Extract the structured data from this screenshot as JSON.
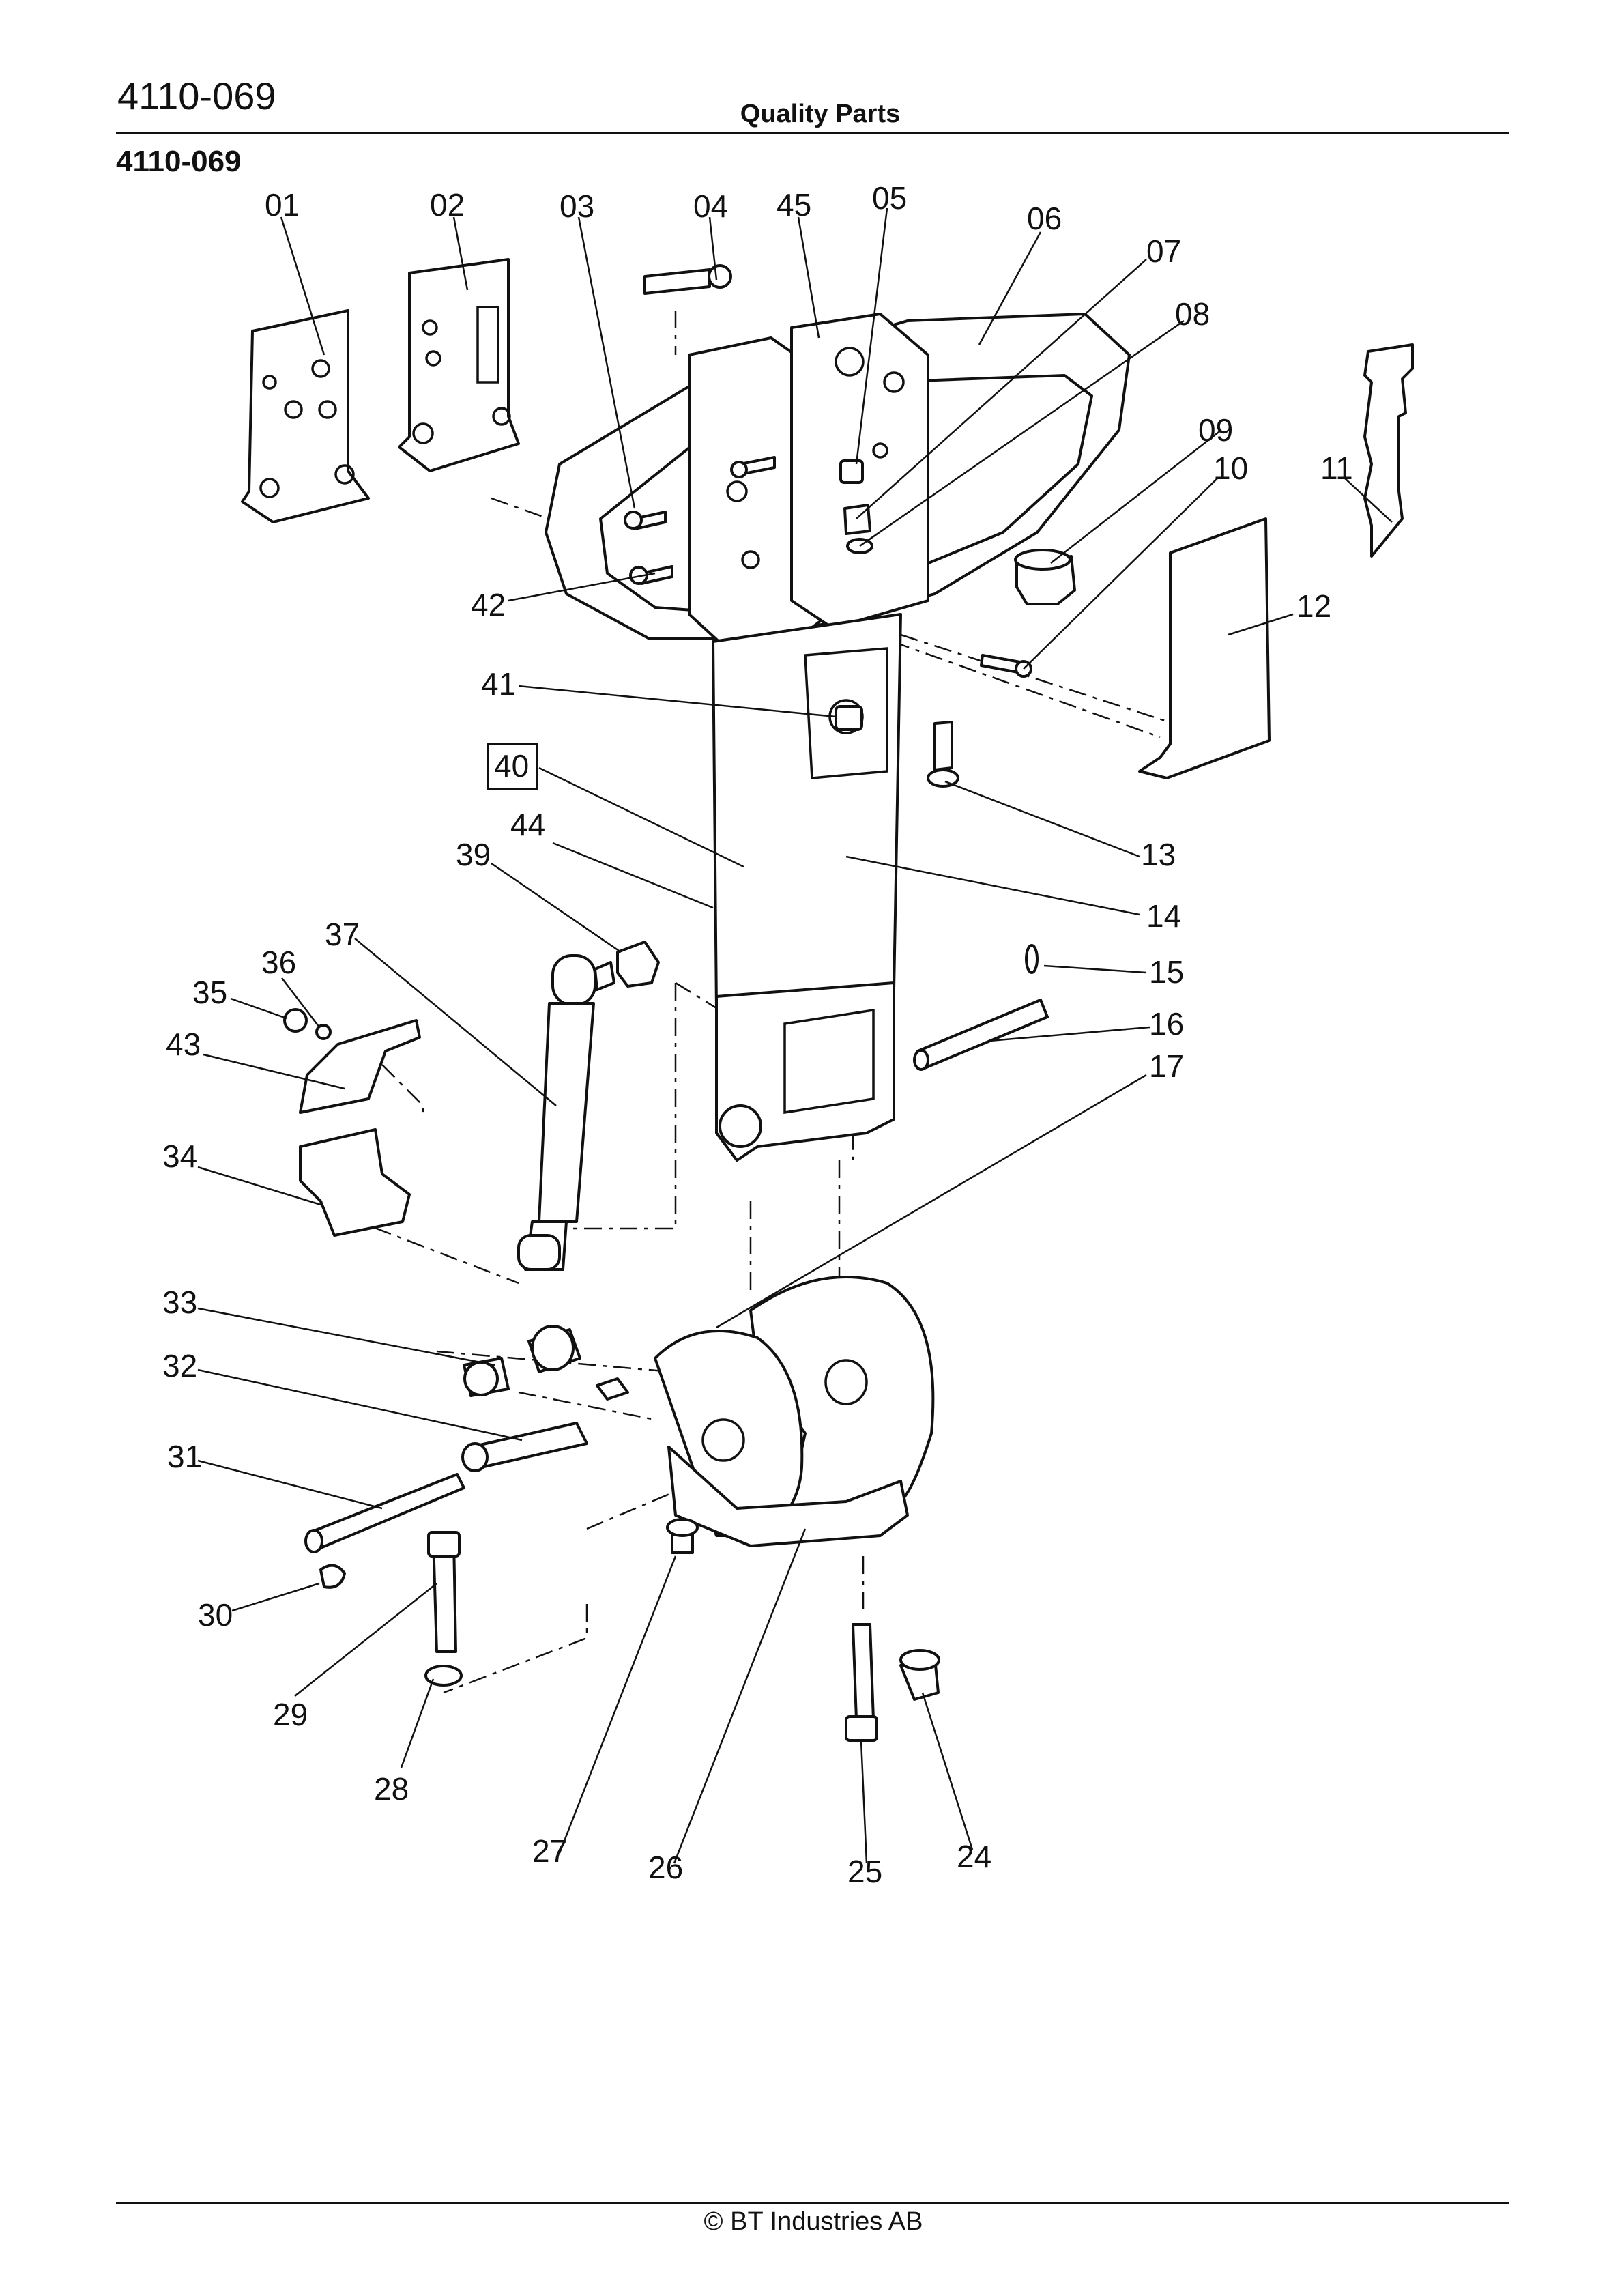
{
  "header": {
    "code": "4110-069",
    "subtitle": "Quality Parts"
  },
  "title": "4110-069",
  "footer": "© BT Industries AB",
  "callouts": [
    {
      "id": "01",
      "text": "01"
    },
    {
      "id": "02",
      "text": "02"
    },
    {
      "id": "03",
      "text": "03"
    },
    {
      "id": "04",
      "text": "04"
    },
    {
      "id": "45",
      "text": "45"
    },
    {
      "id": "05",
      "text": "05"
    },
    {
      "id": "06",
      "text": "06"
    },
    {
      "id": "07",
      "text": "07"
    },
    {
      "id": "08",
      "text": "08"
    },
    {
      "id": "09",
      "text": "09"
    },
    {
      "id": "10",
      "text": "10"
    },
    {
      "id": "11",
      "text": "11"
    },
    {
      "id": "12",
      "text": "12"
    },
    {
      "id": "42",
      "text": "42"
    },
    {
      "id": "41",
      "text": "41"
    },
    {
      "id": "40",
      "text": "40"
    },
    {
      "id": "44",
      "text": "44"
    },
    {
      "id": "39",
      "text": "39"
    },
    {
      "id": "13",
      "text": "13"
    },
    {
      "id": "14",
      "text": "14"
    },
    {
      "id": "37",
      "text": "37"
    },
    {
      "id": "36",
      "text": "36"
    },
    {
      "id": "35",
      "text": "35"
    },
    {
      "id": "43",
      "text": "43"
    },
    {
      "id": "15",
      "text": "15"
    },
    {
      "id": "16",
      "text": "16"
    },
    {
      "id": "17",
      "text": "17"
    },
    {
      "id": "34",
      "text": "34"
    },
    {
      "id": "33",
      "text": "33"
    },
    {
      "id": "32",
      "text": "32"
    },
    {
      "id": "31",
      "text": "31"
    },
    {
      "id": "30",
      "text": "30"
    },
    {
      "id": "29",
      "text": "29"
    },
    {
      "id": "28",
      "text": "28"
    },
    {
      "id": "27",
      "text": "27"
    },
    {
      "id": "26",
      "text": "26"
    },
    {
      "id": "25",
      "text": "25"
    },
    {
      "id": "24",
      "text": "24"
    }
  ]
}
